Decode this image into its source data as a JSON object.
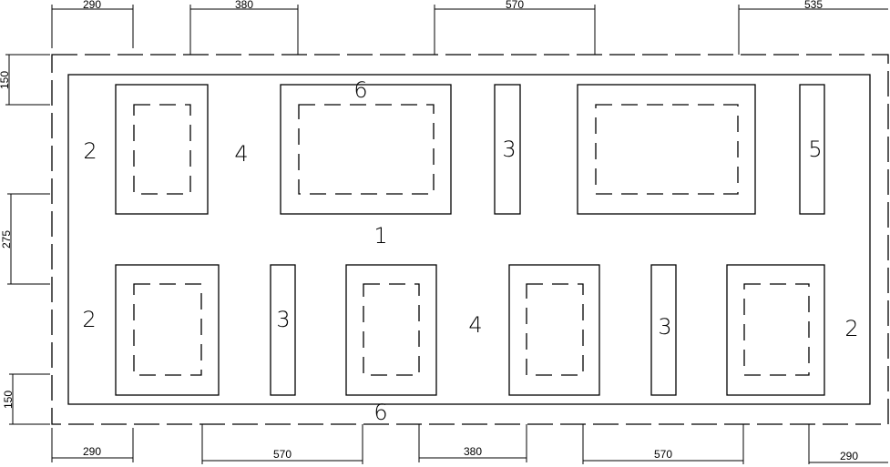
{
  "drawing": {
    "zone_labels": {
      "top_left_2": "2",
      "top_4": "4",
      "top_6": "6",
      "top_3": "3",
      "top_5": "5",
      "center_1": "1",
      "bottom_left_2": "2",
      "bottom_3a": "3",
      "bottom_4": "4",
      "bottom_3b": "3",
      "bottom_right_2": "2",
      "bottom_6": "6"
    },
    "dimensions_top": [
      "290",
      "380",
      "570",
      "535"
    ],
    "dimensions_bottom": [
      "290",
      "570",
      "380",
      "570",
      "290"
    ],
    "dimensions_left": [
      "150",
      "275",
      "150"
    ]
  }
}
